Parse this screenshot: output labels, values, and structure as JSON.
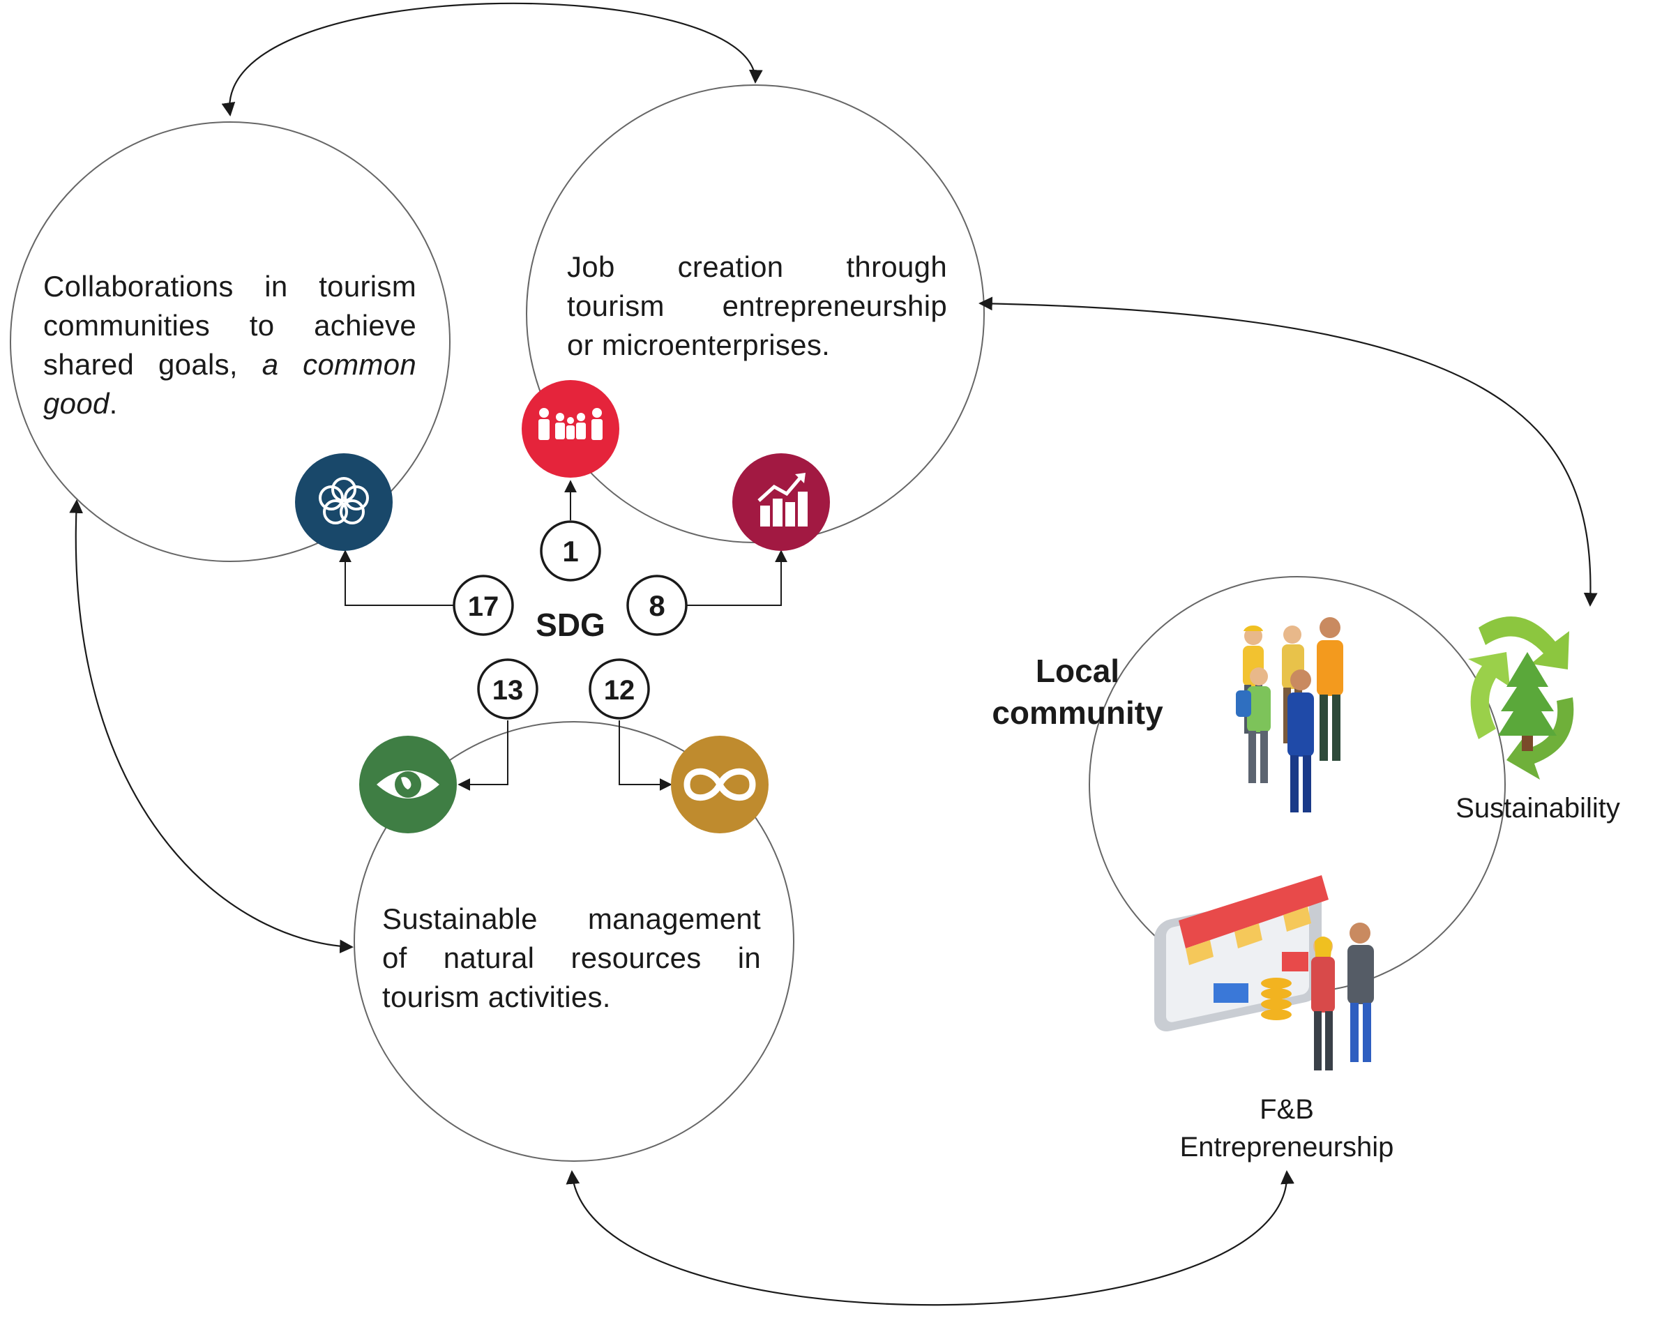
{
  "circles": {
    "collaboration": {
      "text_lines": [
        "Collaborations in tourism",
        "communities to achieve",
        "shared goals, "
      ],
      "italic_tail": "a common",
      "italic_last": "good",
      "end_punct": "."
    },
    "job_creation": {
      "text_lines": [
        "Job creation through",
        "tourism entrepreneurship",
        "or microenterprises."
      ]
    },
    "natural_resources": {
      "text_lines": [
        "Sustainable management",
        "of natural resources in",
        "tourism activities."
      ]
    },
    "local_community": {
      "title_line1": "Local",
      "title_line2": "community",
      "sustainability_label": "Sustainability",
      "fb_label_line1": "F&B",
      "fb_label_line2": "Entrepreneurship"
    }
  },
  "sdg": {
    "center_label": "SDG",
    "goals": [
      {
        "number": "1",
        "icon": "no-poverty-family-icon",
        "color": "#e5243b"
      },
      {
        "number": "8",
        "icon": "economic-growth-chart-icon",
        "color": "#a21942"
      },
      {
        "number": "17",
        "icon": "partnerships-flower-icon",
        "color": "#19486a"
      },
      {
        "number": "13",
        "icon": "climate-action-eye-globe-icon",
        "color": "#3f7e44"
      },
      {
        "number": "12",
        "icon": "responsible-consumption-infinity-icon",
        "color": "#bf8b2e"
      }
    ]
  }
}
